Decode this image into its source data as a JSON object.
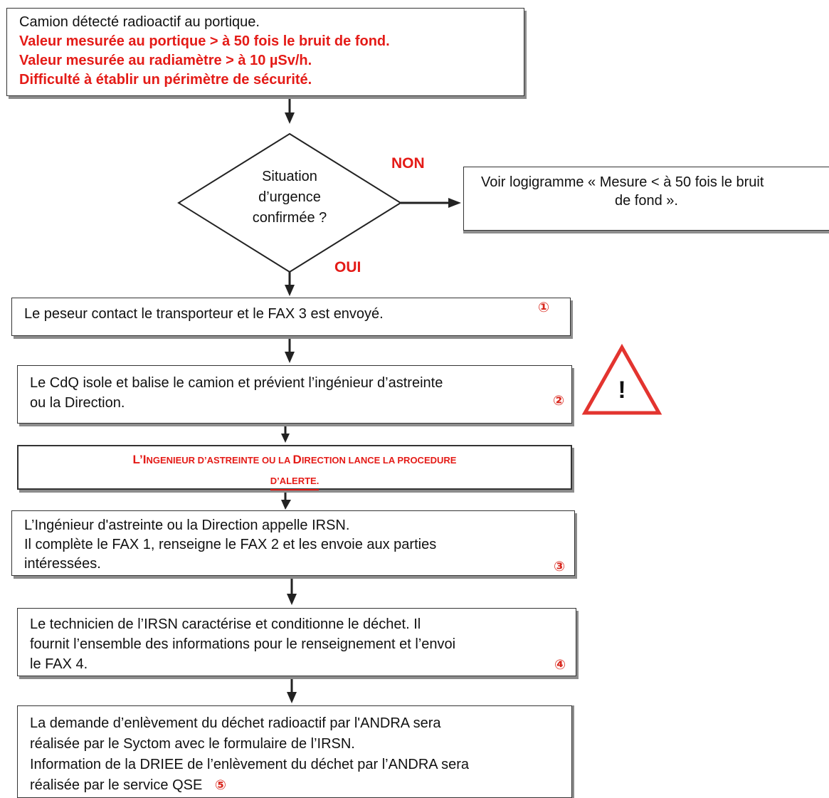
{
  "box1": {
    "line1": "Camion détecté radioactif au portique.",
    "line2": "Valeur mesurée au portique > à 50 fois le bruit de fond.",
    "line3": "Valeur mesurée au radiamètre > à 10 µSv/h.",
    "line4": "Difficulté à établir un périmètre de sécurité."
  },
  "decision": {
    "line1": "Situation",
    "line2": "d’urgence",
    "line3": "confirmée ?",
    "no_label": "NON",
    "yes_label": "OUI"
  },
  "side_box": {
    "line1": "Voir logigramme « Mesure < à 50 fois le bruit",
    "line2": "de fond »."
  },
  "step1": {
    "text": "Le peseur contact le transporteur et le FAX 3 est envoyé.",
    "badge": "①"
  },
  "step2": {
    "line1": "Le CdQ isole et balise le camion et prévient l’ingénieur d’astreinte",
    "line2": "ou la Direction.",
    "badge": "②"
  },
  "warning_symbol": "!",
  "alert": {
    "line1_a": "L’I",
    "line1_b": "NGENIEUR D’ASTREINTE OU LA ",
    "line1_c": "D",
    "line1_d": "IRECTION LANCE LA PROCEDURE",
    "line2": "D’ALERTE."
  },
  "step3": {
    "line1": "L’Ingénieur d'astreinte ou la Direction appelle IRSN.",
    "line2": "Il complète le FAX 1, renseigne le FAX 2 et les envoie aux parties",
    "line3": "intéressées.",
    "badge": "③"
  },
  "step4": {
    "line1": "Le technicien de l’IRSN caractérise et conditionne le déchet. Il",
    "line2": "fournit l’ensemble des informations pour le renseignement et l’envoi",
    "line3": "le FAX 4.",
    "badge": "④"
  },
  "step5": {
    "line1": "La demande d’enlèvement du déchet radioactif par l'ANDRA sera",
    "line2": "réalisée par le Syctom avec le formulaire de l’IRSN.",
    "line3": "Information de la DRIEE de l’enlèvement du déchet par l’ANDRA sera",
    "line4": "réalisée par le service QSE",
    "badge": "⑤"
  },
  "colors": {
    "alert_red": "#e41b17",
    "warning_red": "#e3342f",
    "border": "#333333",
    "shadow": "#8c8c8c"
  }
}
